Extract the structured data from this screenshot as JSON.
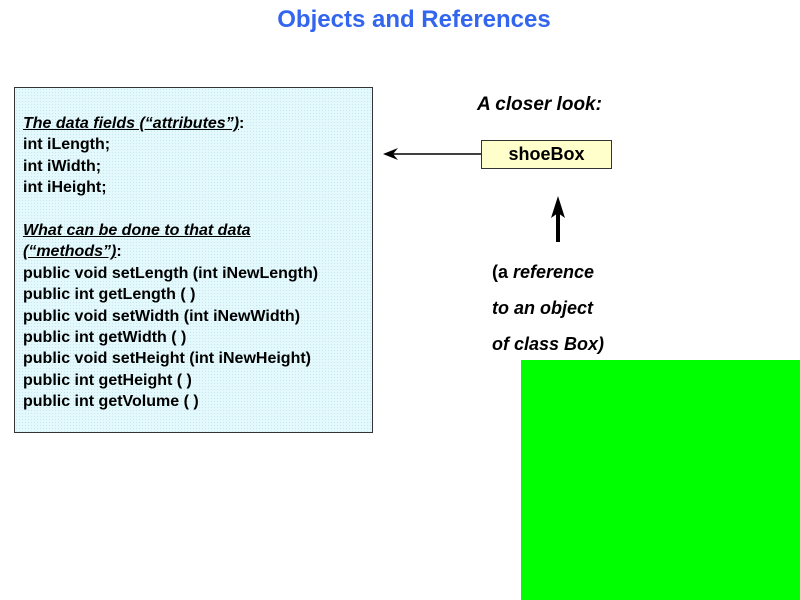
{
  "title": "Objects and References",
  "class_box": {
    "fields_heading": "The data fields (“attributes”)",
    "fields_colon": ":",
    "fields": [
      "int iLength;",
      "int iWidth;",
      "int iHeight;"
    ],
    "methods_heading_1": "What can be done to that data",
    "methods_heading_2": "(“methods”)",
    "methods_colon": ":",
    "methods": [
      "public void setLength (int iNewLength)",
      "public int getLength ( )",
      "public void setWidth (int iNewWidth)",
      "public int getWidth ( )",
      "public void setHeight (int iNewHeight)",
      "public int getHeight ( )",
      "public int getVolume ( )"
    ]
  },
  "closer_look": "A closer look:",
  "reference_name": "shoeBox",
  "caption": {
    "open": "(a ",
    "line1_italic": "reference",
    "line2": "to an object",
    "line3": "of class Box)"
  },
  "colors": {
    "title": "#3366ee",
    "reference_box": "#ffffcc",
    "green_block": "#00ff00"
  }
}
